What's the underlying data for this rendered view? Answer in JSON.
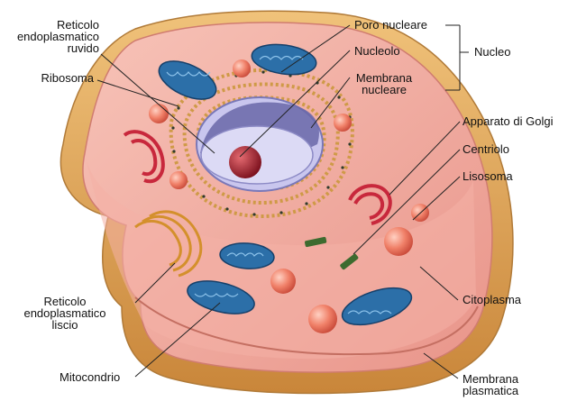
{
  "labels": {
    "rer": [
      "Reticolo",
      "endoplasmatico",
      "ruvido"
    ],
    "ribosoma": "Ribosoma",
    "poro": "Poro nucleare",
    "nucleolo": "Nucleolo",
    "membrana_nucleare": [
      "Membrana",
      "nucleare"
    ],
    "nucleo": "Nucleo",
    "golgi": "Apparato di Golgi",
    "centriolo": "Centriolo",
    "lisosoma": "Lisosoma",
    "rel": [
      "Reticolo",
      "endoplasmatico",
      "liscio"
    ],
    "citoplasma": "Citoplasma",
    "mitocondrio": "Mitocondrio",
    "membrana_plasmatica": [
      "Membrana",
      "plasmatica"
    ]
  },
  "colors": {
    "cytoplasm": "#f2a9a0",
    "cell_base": "#e8b063",
    "mitochondria": "#2c6fa8",
    "nucleus": "#b7b6e8",
    "nucleolus": "#a61d2b",
    "lysosome": "#e06a5a",
    "golgi": "#c8283c",
    "rer": "#d8a14a",
    "rel": "#d4902c",
    "centriole": "#3d6b2f"
  }
}
